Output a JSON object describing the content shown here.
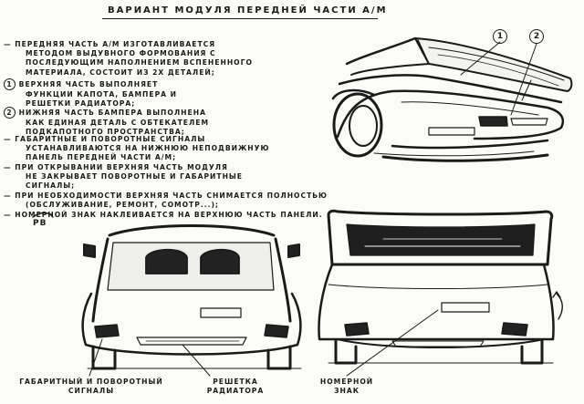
{
  "title": "ВАРИАНТ МОДУЛЯ ПЕРЕДНЕЙ ЧАСТИ А/М",
  "notes": [
    {
      "bullet": "—",
      "lines": [
        "ПЕРЕДНЯЯ ЧАСТЬ А/М ИЗГОТАВЛИВАЕТСЯ",
        "МЕТОДОМ ВЫДУВНОГО ФОРМОВАНИЯ С",
        "ПОСЛЕДУЮЩИМ НАПОЛНЕНИЕМ ВСПЕНЕННОГО",
        "МАТЕРИАЛА, СОСТОИТ ИЗ 2Х ДЕТАЛЕЙ;"
      ]
    },
    {
      "bullet": "1",
      "lines": [
        "ВЕРХНЯЯ ЧАСТЬ ВЫПОЛНЯЕТ",
        "ФУНКЦИИ КАПОТА, БАМПЕРА И",
        "РЕШЕТКИ РАДИАТОРА;"
      ]
    },
    {
      "bullet": "2",
      "lines": [
        "НИЖНЯЯ ЧАСТЬ БАМПЕРА ВЫПОЛНЕНА",
        "КАК ЕДИНАЯ ДЕТАЛЬ С ОБТЕКАТЕЛЕМ",
        "ПОДКАПОТНОГО ПРОСТРАНСТВА;"
      ]
    },
    {
      "bullet": "—",
      "lines": [
        "ГАБАРИТНЫЕ И ПОВОРОТНЫЕ СИГНАЛЫ",
        "УСТАНАВЛИВАЮТСЯ НА НИЖНЮЮ НЕПОДВИЖНУЮ",
        "ПАНЕЛЬ ПЕРЕДНЕЙ ЧАСТИ А/М;"
      ]
    },
    {
      "bullet": "—",
      "lines": [
        "ПРИ ОТКРЫВАНИИ ВЕРХНЯЯ ЧАСТЬ МОДУЛЯ",
        "НЕ ЗАКРЫВАЕТ ПОВОРОТНЫЕ И ГАБАРИТНЫЕ",
        "СИГНАЛЫ;"
      ]
    },
    {
      "bullet": "—",
      "lines": [
        "ПРИ НЕОБХОДИМОСТИ ВЕРХНЯЯ ЧАСТЬ СНИМАЕТСЯ ПОЛНОСТЬЮ",
        "(ОБСЛУЖИВАНИЕ, РЕМОНТ, СОМОТР...);"
      ]
    },
    {
      "bullet": "—",
      "lines": [
        "НОМЕРНОЙ ЗНАК НАКЛЕИВАЕТСЯ НА ВЕРХНЮЮ ЧАСТЬ ПАНЕЛИ."
      ]
    }
  ],
  "callouts": [
    "1",
    "2"
  ],
  "captions": {
    "signals": [
      "ГАБАРИТНЫЙ И ПОВОРОТНЫЙ",
      "СИГНАЛЫ"
    ],
    "grille": [
      "РЕШЕТКА",
      "РАДИАТОРА"
    ],
    "plate": [
      "НОМЕРНОЙ",
      "ЗНАК"
    ]
  },
  "signature": "РВ",
  "colors": {
    "ink": "#1a1a1a",
    "paper": "#fbfbf8"
  }
}
